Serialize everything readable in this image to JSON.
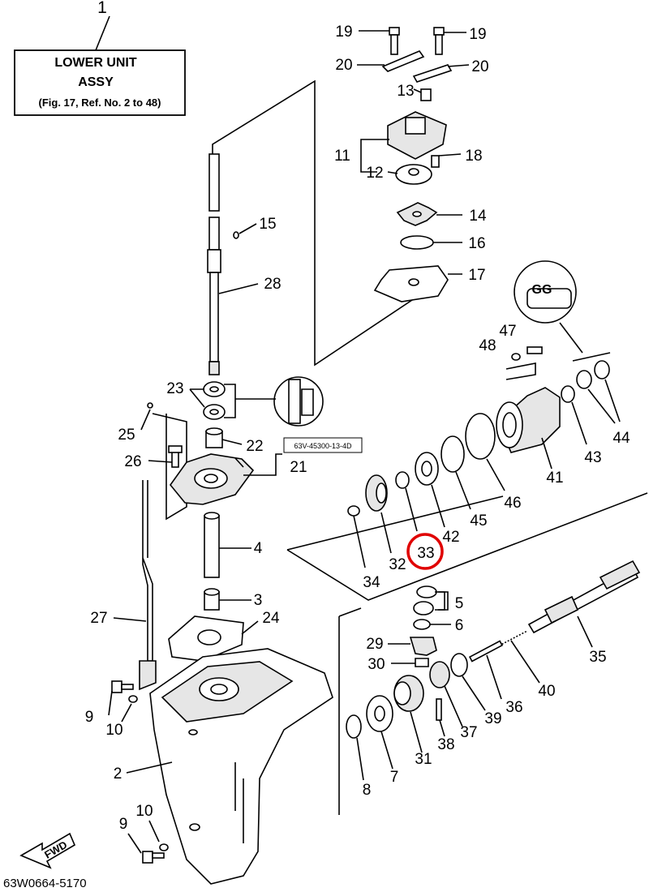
{
  "assembly_box": {
    "ref": "1",
    "line1": "LOWER UNIT",
    "line2": "ASSY",
    "line3": "(Fig. 17, Ref. No. 2 to 48)"
  },
  "part_note": "63V-45300-13-4D",
  "grease_symbol": "GG",
  "fwd_label": "FWD",
  "drawing_number": "63W0664-5170",
  "highlight": {
    "ref": "33",
    "color": "#e00000"
  },
  "callouts": [
    {
      "id": "c19a",
      "text": "19"
    },
    {
      "id": "c19b",
      "text": "19"
    },
    {
      "id": "c20a",
      "text": "20"
    },
    {
      "id": "c20b",
      "text": "20"
    },
    {
      "id": "c13",
      "text": "13"
    },
    {
      "id": "c11",
      "text": "11"
    },
    {
      "id": "c18",
      "text": "18"
    },
    {
      "id": "c12",
      "text": "12"
    },
    {
      "id": "c14",
      "text": "14"
    },
    {
      "id": "c16",
      "text": "16"
    },
    {
      "id": "c17",
      "text": "17"
    },
    {
      "id": "c15",
      "text": "15"
    },
    {
      "id": "c28",
      "text": "28"
    },
    {
      "id": "c47",
      "text": "47"
    },
    {
      "id": "c48",
      "text": "48"
    },
    {
      "id": "c23",
      "text": "23"
    },
    {
      "id": "c25",
      "text": "25"
    },
    {
      "id": "c22",
      "text": "22"
    },
    {
      "id": "c21",
      "text": "21"
    },
    {
      "id": "c26",
      "text": "26"
    },
    {
      "id": "c43",
      "text": "43"
    },
    {
      "id": "c44",
      "text": "44"
    },
    {
      "id": "c41",
      "text": "41"
    },
    {
      "id": "c46",
      "text": "46"
    },
    {
      "id": "c45",
      "text": "45"
    },
    {
      "id": "c42",
      "text": "42"
    },
    {
      "id": "c4",
      "text": "4"
    },
    {
      "id": "c32",
      "text": "32"
    },
    {
      "id": "c33",
      "text": "33"
    },
    {
      "id": "c34",
      "text": "34"
    },
    {
      "id": "c3",
      "text": "3"
    },
    {
      "id": "c5",
      "text": "5"
    },
    {
      "id": "c6",
      "text": "6"
    },
    {
      "id": "c35",
      "text": "35"
    },
    {
      "id": "c27",
      "text": "27"
    },
    {
      "id": "c24",
      "text": "24"
    },
    {
      "id": "c29",
      "text": "29"
    },
    {
      "id": "c30",
      "text": "30"
    },
    {
      "id": "c40",
      "text": "40"
    },
    {
      "id": "c36",
      "text": "36"
    },
    {
      "id": "c9a",
      "text": "9"
    },
    {
      "id": "c10a",
      "text": "10"
    },
    {
      "id": "c39",
      "text": "39"
    },
    {
      "id": "c37",
      "text": "37"
    },
    {
      "id": "c38",
      "text": "38"
    },
    {
      "id": "c31",
      "text": "31"
    },
    {
      "id": "c2",
      "text": "2"
    },
    {
      "id": "c7",
      "text": "7"
    },
    {
      "id": "c8",
      "text": "8"
    },
    {
      "id": "c10b",
      "text": "10"
    },
    {
      "id": "c9b",
      "text": "9"
    }
  ]
}
